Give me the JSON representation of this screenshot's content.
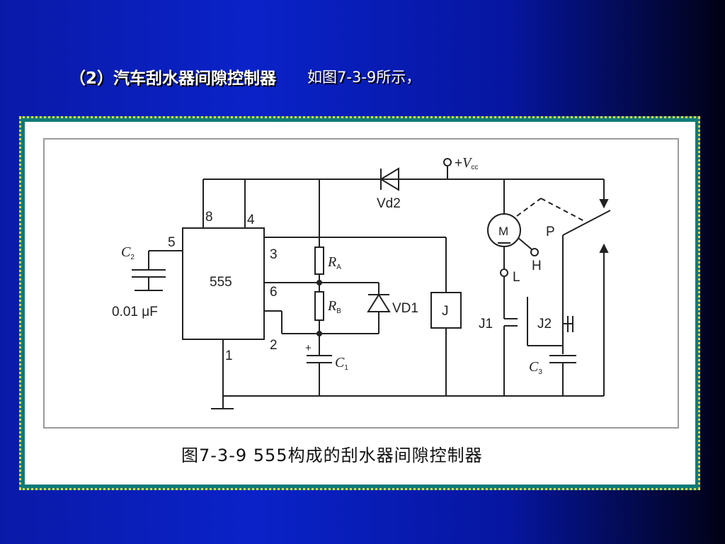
{
  "slide": {
    "heading": "（2）汽车刮水器间隙控制器",
    "subtitle": "如图7-3-9所示，"
  },
  "figure": {
    "caption": "图7-3-9   555构成的刮水器间隙控制器",
    "ic": {
      "name": "555",
      "pins": [
        "8",
        "4",
        "5",
        "3",
        "6",
        "2",
        "1"
      ]
    },
    "components": {
      "c2": {
        "name": "C",
        "sub": "2",
        "value": "0.01 μF"
      },
      "ra": {
        "name": "R",
        "sub": "A"
      },
      "rb": {
        "name": "R",
        "sub": "B"
      },
      "c1": {
        "name": "C",
        "sub": "1",
        "polarity": "+"
      },
      "c3": {
        "name": "C",
        "sub": "3"
      },
      "vd1": "VD1",
      "vd2": "Vd2",
      "relay": "J",
      "j1": "J1",
      "j2": "J2",
      "motor": "M",
      "h": "H",
      "l": "L",
      "p": "P",
      "vcc": {
        "prefix": "+",
        "name": "V",
        "sub": "cc"
      }
    }
  }
}
